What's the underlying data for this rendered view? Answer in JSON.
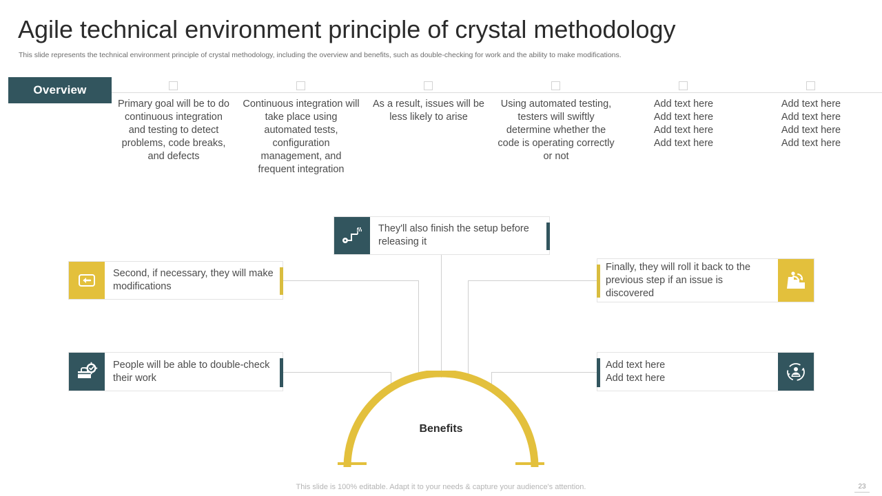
{
  "slide": {
    "title": "Agile technical environment principle of crystal methodology",
    "subtitle": "This slide represents the technical environment principle of crystal methodology, including the overview and benefits, such as double-checking for work and the ability to make modifications.",
    "footer_note": "This slide is 100% editable. Adapt it to your needs & capture your audience's attention.",
    "page_number": "23"
  },
  "overview": {
    "badge_label": "Overview",
    "items": [
      {
        "text": "Primary goal will be to do continuous integration and testing to detect problems, code breaks, and defects"
      },
      {
        "text": "Continuous integration will take place using automated tests, configuration management, and frequent integration"
      },
      {
        "text": "As a result, issues will be less likely to arise"
      },
      {
        "text": "Using automated testing, testers will swiftly determine whether the code is operating correctly or not"
      },
      {
        "text": "Add text here\nAdd text here\nAdd text here\nAdd text here"
      },
      {
        "text": "Add text here\nAdd text here\nAdd text here\nAdd text here"
      }
    ]
  },
  "benefits": {
    "label": "Benefits",
    "cards": [
      {
        "id": "card-middle",
        "text": "They'll also finish the setup before releasing it",
        "icon": "route-checkered-flag-icon",
        "icon_style": "teal",
        "accent_color": "#32555e"
      },
      {
        "id": "card-left-1",
        "text": "Second, if necessary, they will make modifications",
        "icon": "arrow-left-box-icon",
        "icon_style": "gold",
        "accent_color": "#d9bd3f"
      },
      {
        "id": "card-left-2",
        "text": "People will be able to double-check their work",
        "icon": "toolbox-gear-check-icon",
        "icon_style": "teal",
        "accent_color": "#32555e"
      },
      {
        "id": "card-right-1",
        "text": "Finally, they will roll it back to the previous step if an issue is discovered",
        "icon": "person-steps-rollback-icon",
        "icon_style": "gold",
        "accent_color": "#d9bd3f"
      },
      {
        "id": "card-right-2",
        "text": "Add text here\nAdd text here",
        "icon": "person-cycle-arrows-icon",
        "icon_style": "teal",
        "accent_color": "#32555e"
      }
    ]
  },
  "colors": {
    "teal": "#32555e",
    "gold": "#e3c03c",
    "gold_dark": "#d9bd3f",
    "line_gray": "#cfcfcf",
    "text_gray": "#4b4b4b"
  }
}
